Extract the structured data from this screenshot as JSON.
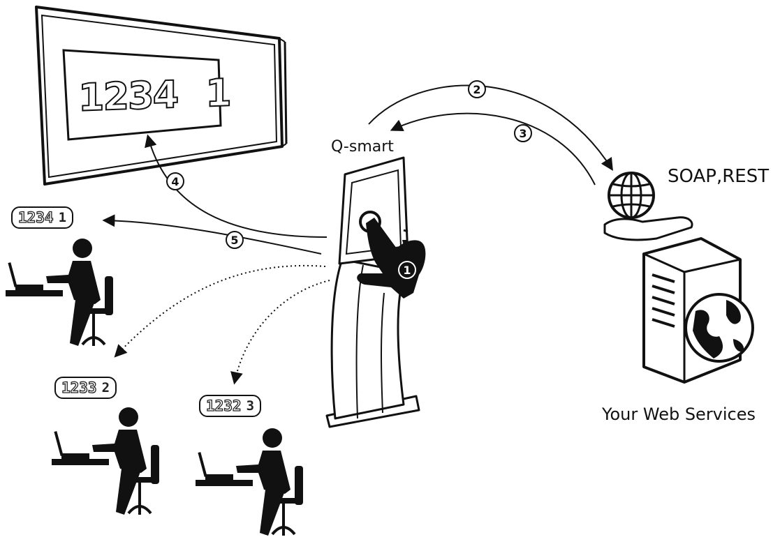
{
  "labels": {
    "kiosk": "Q-smart",
    "protocols": "SOAP,REST",
    "web_services": "Your Web Services"
  },
  "display_board": {
    "ticket_number": "1234",
    "counter": "1"
  },
  "tickets": [
    {
      "number": "1234",
      "counter": "1"
    },
    {
      "number": "1233",
      "counter": "2"
    },
    {
      "number": "1232",
      "counter": "3"
    }
  ],
  "steps": [
    "1",
    "2",
    "3",
    "4",
    "5"
  ],
  "colors": {
    "ink": "#111111",
    "background": "#ffffff"
  },
  "icons": [
    "display-board-icon",
    "kiosk-icon",
    "hand-touch-icon",
    "globe-hand-icon",
    "server-globe-icon",
    "worker-at-desk-icon"
  ]
}
